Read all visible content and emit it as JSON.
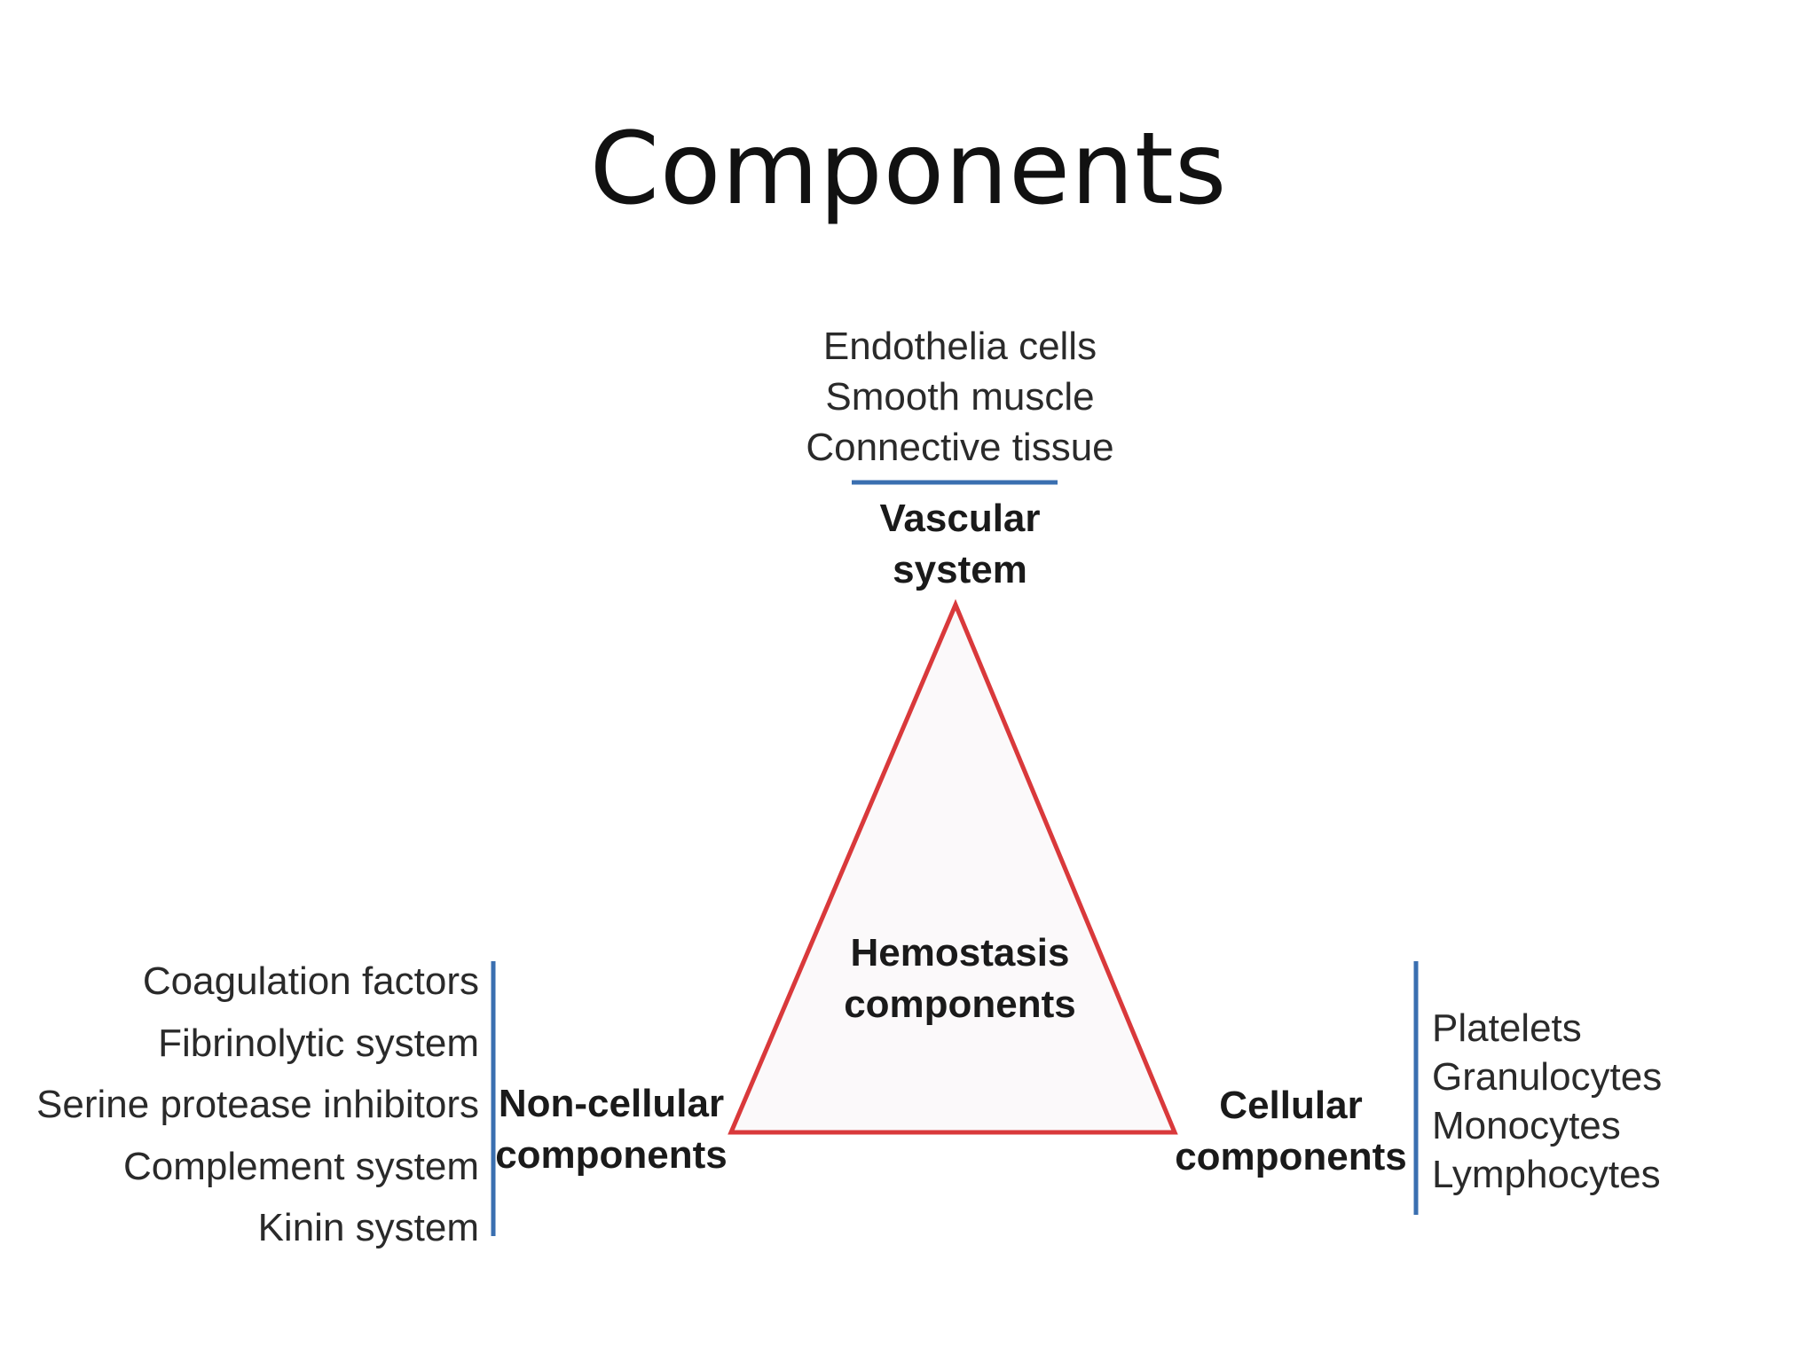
{
  "title": "Components",
  "diagram": {
    "center": {
      "line1": "Hemostasis",
      "line2": "components"
    },
    "vascular": {
      "label_line1": "Vascular",
      "label_line2": "system",
      "items": [
        "Endothelia cells",
        "Smooth muscle",
        "Connective tissue"
      ]
    },
    "non_cellular": {
      "label_line1": "Non-cellular",
      "label_line2": "components",
      "items": [
        "Coagulation factors",
        "Fibrinolytic system",
        "Serine protease inhibitors",
        "Complement system",
        "Kinin system"
      ]
    },
    "cellular": {
      "label_line1": "Cellular",
      "label_line2": "components",
      "items": [
        "Platelets",
        "Granulocytes",
        "Monocytes",
        "Lymphocytes"
      ]
    },
    "colors": {
      "triangle_stroke": "#d9393b",
      "triangle_fill": "#fbf9fa",
      "divider": "#3a6fb0"
    }
  }
}
